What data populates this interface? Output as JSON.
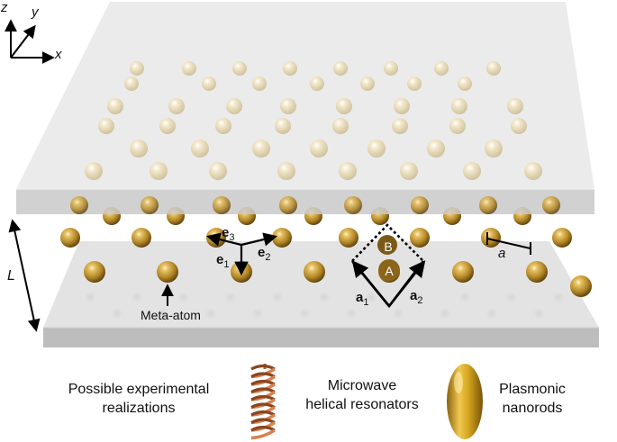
{
  "axes": {
    "z": "z",
    "y": "y",
    "x": "x"
  },
  "labels": {
    "L": "L",
    "a": "a",
    "meta_atom": "Meta-atom",
    "site_A": "A",
    "site_B": "B",
    "e1": {
      "base": "e",
      "sub": "1"
    },
    "e2": {
      "base": "e",
      "sub": "2"
    },
    "e3": {
      "base": "e",
      "sub": "3"
    },
    "a1": {
      "base": "a",
      "sub": "1"
    },
    "a2": {
      "base": "a",
      "sub": "2"
    }
  },
  "bottom": {
    "left_text": "Possible experimental realizations",
    "left_line1": "Possible experimental",
    "left_line2": "realizations",
    "microwave_line1": "Microwave",
    "microwave_line2": "helical resonators",
    "plasmonic_line1": "Plasmonic",
    "plasmonic_line2": "nanorods"
  },
  "icons": {
    "helix": "helical-resonator-icon",
    "nanorod": "nanorod-icon"
  },
  "colors": {
    "sphere_gold": "#c8a040",
    "sphere_dark": "#5a3e0c",
    "plate_face": "#e2e2e2",
    "plate_side": "#bdbdbd",
    "helix_copper": "#c06a3c",
    "nanorod_gold": "#d4a520"
  }
}
